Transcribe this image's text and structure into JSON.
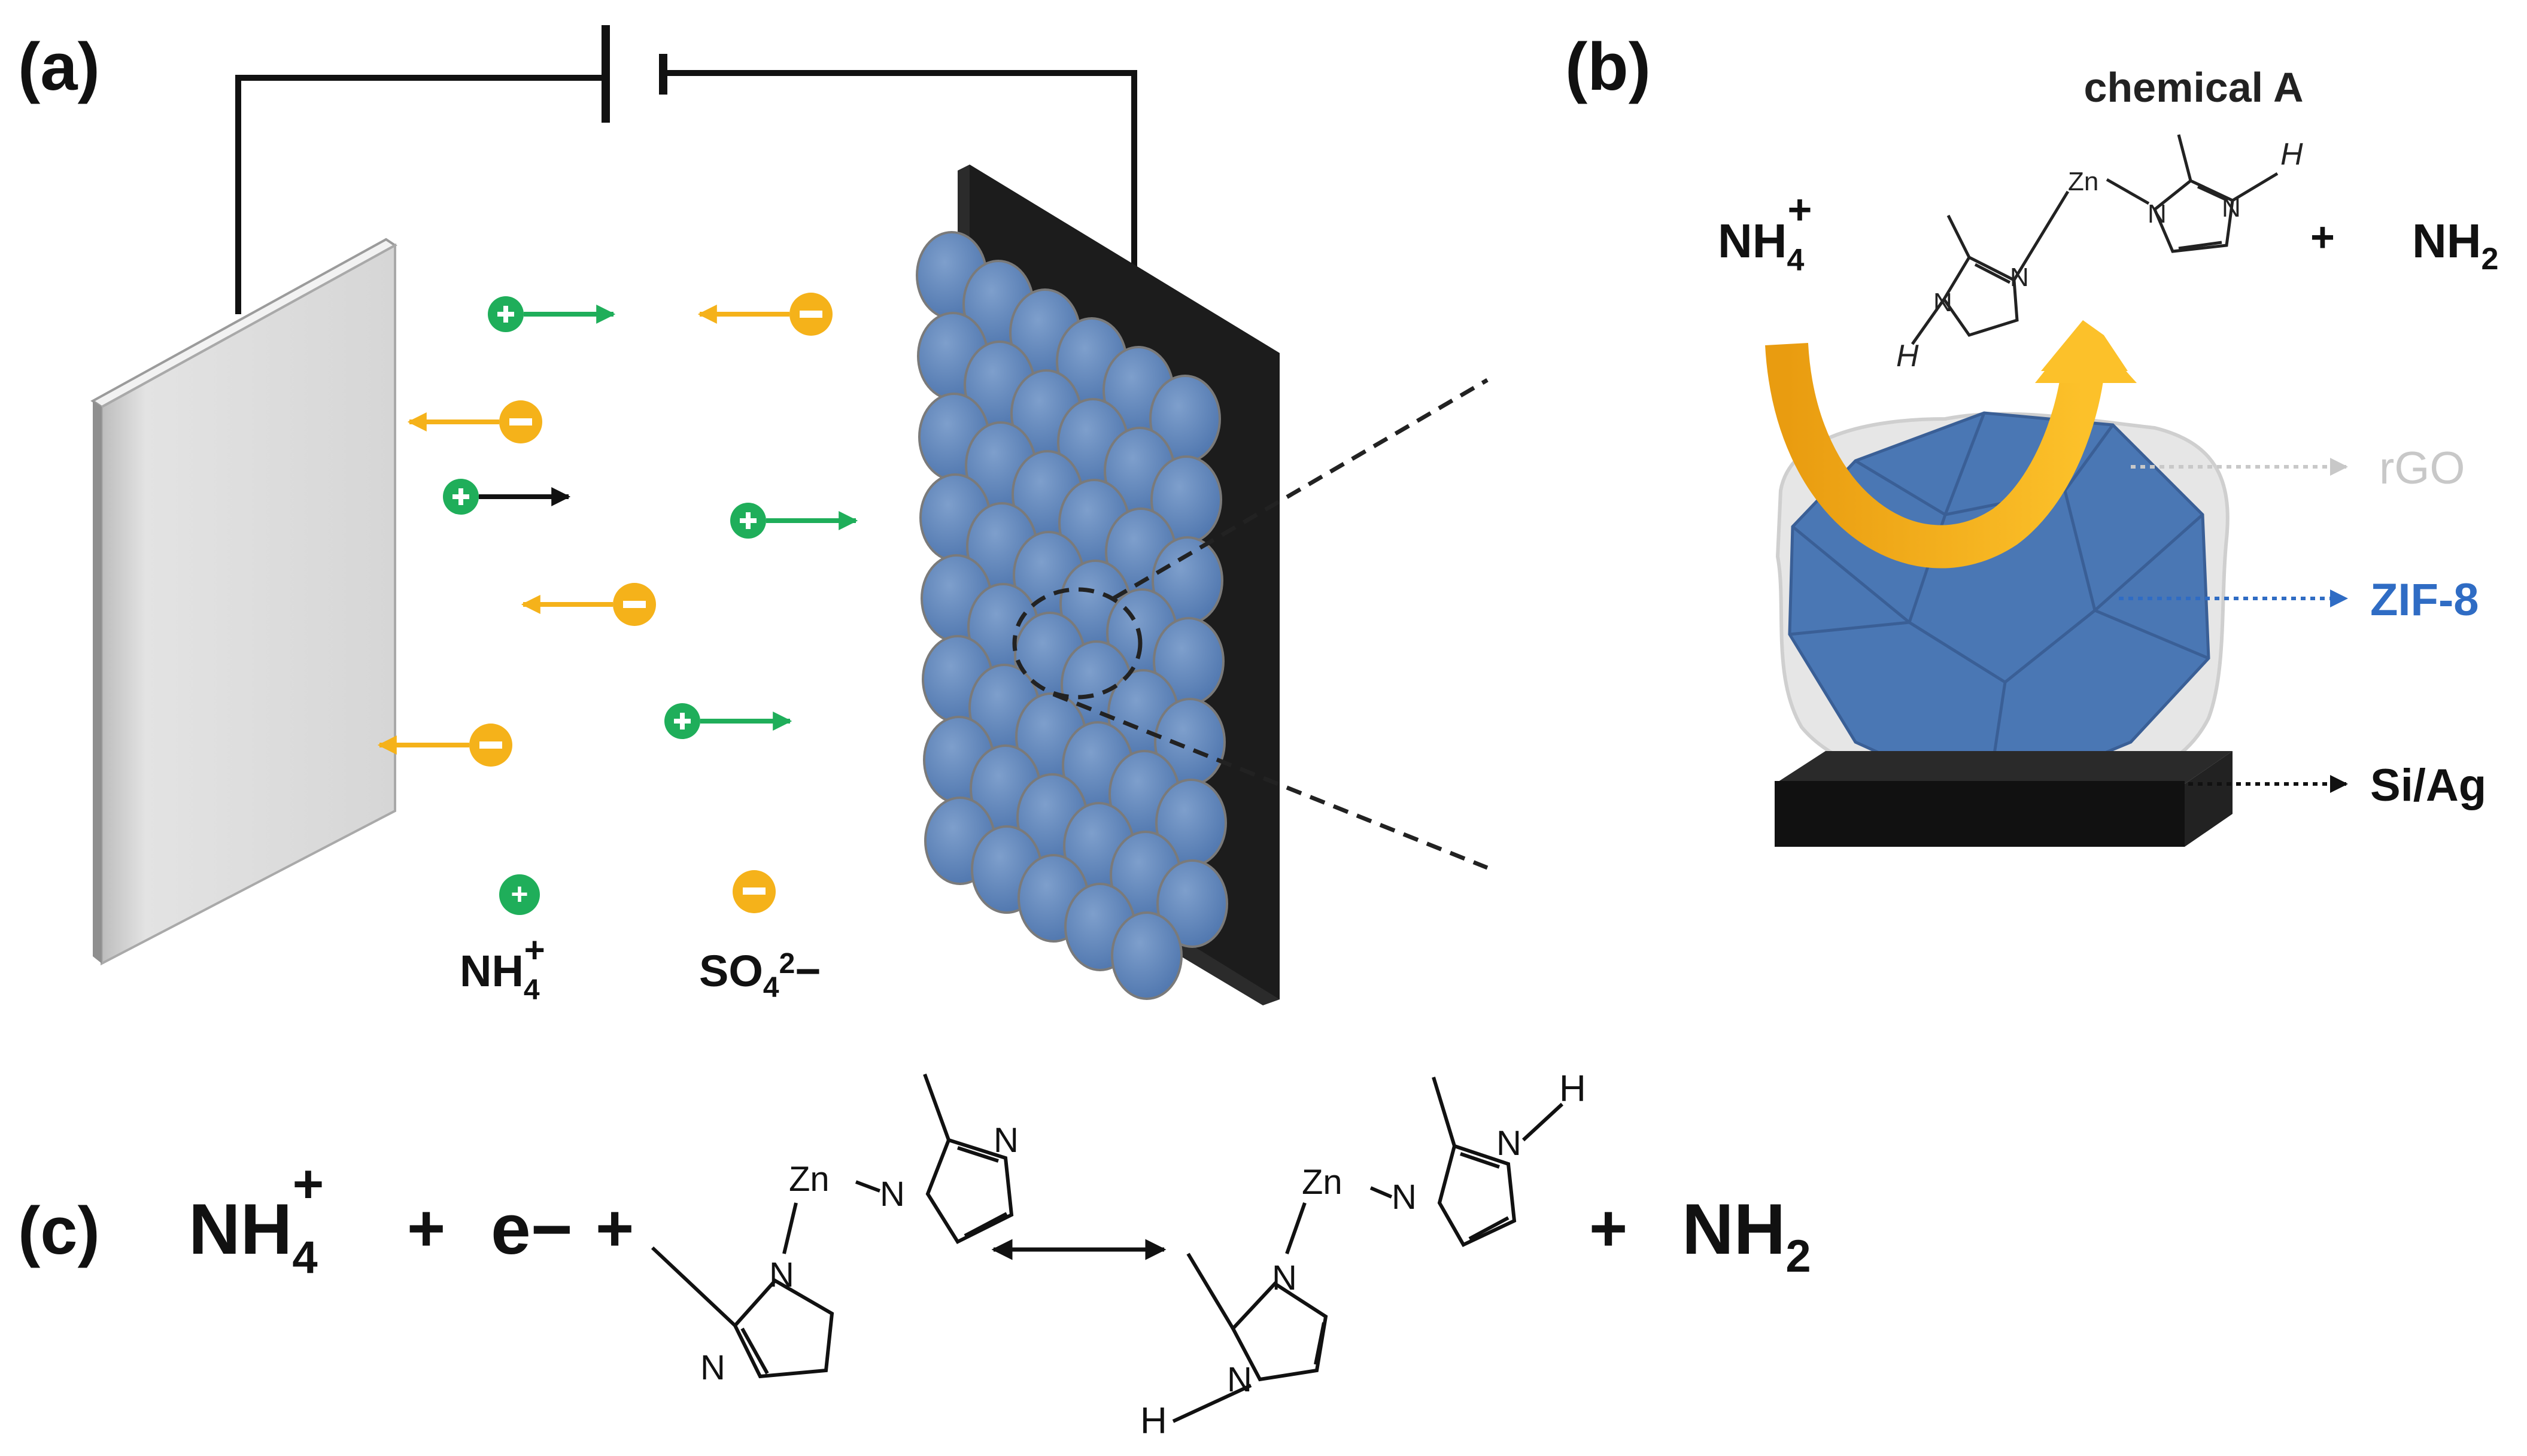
{
  "panels": {
    "a": {
      "label": "(a)"
    },
    "b": {
      "label": "(b)"
    },
    "c": {
      "label": "(c)"
    }
  },
  "legend": {
    "cation": "NH4+",
    "anion": "SO42−"
  },
  "panel_b": {
    "chemical_title": "chemical A",
    "reactant": "NH4+",
    "plus": "+",
    "product": "NH2",
    "labels": {
      "rgo": "rGO",
      "zif": "ZIF-8",
      "substrate": "Si/Ag"
    },
    "label_colors": {
      "rgo": "#c8c8c8",
      "zif": "#2f6cc4",
      "substrate": "#111111"
    }
  },
  "panel_c": {
    "reactant": "NH4+",
    "plus1": "+",
    "electron": "e−",
    "plus2": "+",
    "plus3": "+",
    "product": "NH2"
  },
  "molecule": {
    "metal": "Zn",
    "n": "N",
    "h": "H"
  },
  "colors": {
    "cation": "#1fae5a",
    "anion": "#f5b21a",
    "zif_blue": "#4a77b4",
    "arrow_orange": "#f0a412",
    "electrode_gray": "#d9d9d9"
  }
}
